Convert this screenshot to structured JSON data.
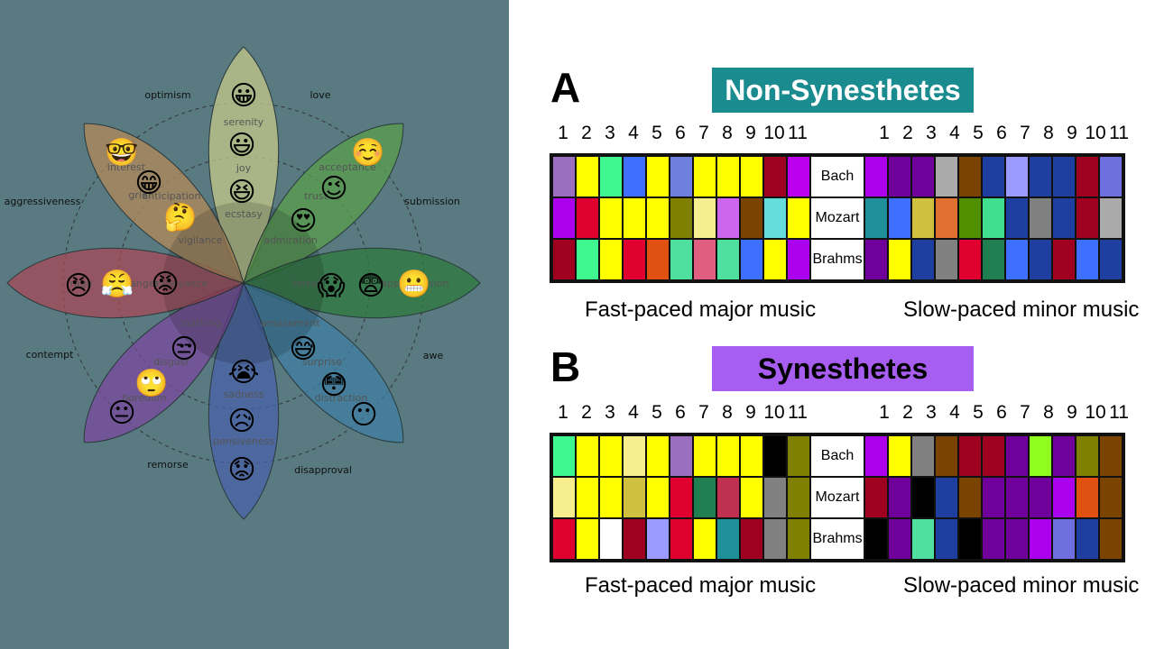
{
  "wheel": {
    "outer_labels": [
      "optimism",
      "love",
      "submission",
      "awe",
      "disapproval",
      "remorse",
      "contempt",
      "aggressiveness"
    ],
    "petal_labels": [
      "serenity",
      "joy",
      "ecstasy",
      "acceptance",
      "trust",
      "admiration",
      "terror",
      "apprehension",
      "amazement",
      "surprise",
      "distraction",
      "sadness",
      "pensiveness",
      "grief",
      "loathing",
      "disgust",
      "boredom",
      "interest",
      "anticipation",
      "vigilance",
      "rage",
      "anger",
      "annoyance"
    ],
    "emojis": [
      "😀",
      "😃",
      "😆",
      "☺️",
      "😉",
      "😍",
      "😱",
      "😨",
      "😬",
      "😅",
      "😳",
      "😶",
      "😭",
      "😥",
      "😟",
      "😒",
      "🙄",
      "😐",
      "🤓",
      "😁",
      "🤔",
      "😠",
      "😤",
      "😡"
    ],
    "colors": {
      "joy": "#c4c98a",
      "trust": "#5a9e4c",
      "fear": "#2f7a3e",
      "surprise": "#3f7fa3",
      "sadness": "#4a63a8",
      "disgust": "#7a4a9e",
      "anger": "#a84a5a",
      "anticipation": "#b38a5a"
    }
  },
  "panelA": {
    "letter": "A",
    "title": "Non-Synesthetes",
    "title_bg": "#1a8b8e",
    "title_color": "#ffffff",
    "numbers_left": [
      "1",
      "2",
      "3",
      "4",
      "5",
      "6",
      "7",
      "8",
      "9",
      "10",
      "11"
    ],
    "numbers_right": [
      "1",
      "2",
      "3",
      "4",
      "5",
      "6",
      "7",
      "8",
      "9",
      "10",
      "11"
    ],
    "composers": [
      "Bach",
      "Mozart",
      "Brahms"
    ],
    "rows": [
      {
        "left": [
          "#9b6fc0",
          "#ffff00",
          "#3ff78f",
          "#3f6fff",
          "#ffff00",
          "#6f7fdf",
          "#ffff00",
          "#ffff00",
          "#ffff00",
          "#a00020",
          "#bb00ee"
        ],
        "right": [
          "#aa00ee",
          "#6f0099",
          "#6f0099",
          "#aaaaaa",
          "#7a4400",
          "#1f3fa0",
          "#9a9aff",
          "#1f3fa0",
          "#1f3fa0",
          "#a00020",
          "#6f6fe0"
        ]
      },
      {
        "left": [
          "#aa00ee",
          "#e00030",
          "#ffff00",
          "#ffff00",
          "#ffff00",
          "#808000",
          "#f7ef8f",
          "#cc66ee",
          "#7a4400",
          "#66dddd",
          "#ffff00"
        ],
        "right": [
          "#1f8f99",
          "#3f6fff",
          "#d0c040",
          "#e07030",
          "#4f8f00",
          "#3fdf8f",
          "#1f3fa0",
          "#808080",
          "#1f3fa0",
          "#a00020",
          "#aaaaaa"
        ]
      },
      {
        "left": [
          "#a00020",
          "#3ff78f",
          "#ffff00",
          "#e00030",
          "#e05010",
          "#4fdf9f",
          "#e05f80",
          "#4fdf9f",
          "#3f6fff",
          "#ffff00",
          "#aa00ee"
        ],
        "right": [
          "#6f0099",
          "#ffff00",
          "#1f3fa0",
          "#808080",
          "#e00030",
          "#1f7f50",
          "#3f6fff",
          "#1f3fa0",
          "#a00020",
          "#3f6fff",
          "#1f3fa0"
        ]
      }
    ],
    "caption_left": "Fast-paced major music",
    "caption_right": "Slow-paced minor music"
  },
  "panelB": {
    "letter": "B",
    "title": "Synesthetes",
    "title_bg": "#a75ef0",
    "title_color": "#000000",
    "numbers_left": [
      "1",
      "2",
      "3",
      "4",
      "5",
      "6",
      "7",
      "8",
      "9",
      "10",
      "11"
    ],
    "numbers_right": [
      "1",
      "2",
      "3",
      "4",
      "5",
      "6",
      "7",
      "8",
      "9",
      "10",
      "11"
    ],
    "composers": [
      "Bach",
      "Mozart",
      "Brahms"
    ],
    "rows": [
      {
        "left": [
          "#3ff78f",
          "#ffff00",
          "#ffff00",
          "#f7ef8f",
          "#ffff00",
          "#9b6fc0",
          "#ffff00",
          "#ffff00",
          "#ffff00",
          "#000000",
          "#808000"
        ],
        "right": [
          "#aa00ee",
          "#ffff00",
          "#808080",
          "#7a4400",
          "#a00020",
          "#a00020",
          "#6f0099",
          "#90ff20",
          "#6f0099",
          "#808000",
          "#7a4400"
        ]
      },
      {
        "left": [
          "#f7ef8f",
          "#ffff00",
          "#ffff00",
          "#d0c040",
          "#ffff00",
          "#e00030",
          "#1f7f50",
          "#c03050",
          "#ffff00",
          "#808080",
          "#808000"
        ],
        "right": [
          "#a00020",
          "#6f0099",
          "#000000",
          "#1f3fa0",
          "#7a4400",
          "#6f0099",
          "#6f0099",
          "#6f0099",
          "#aa00ee",
          "#e05010",
          "#7a4400"
        ]
      },
      {
        "left": [
          "#e00030",
          "#ffff00",
          "#ffffff",
          "#a00020",
          "#9a9aff",
          "#e00030",
          "#ffff00",
          "#1f8f99",
          "#a00020",
          "#808080",
          "#808000"
        ],
        "right": [
          "#000000",
          "#6f0099",
          "#4fdf9f",
          "#1f3fa0",
          "#000000",
          "#6f0099",
          "#6f0099",
          "#aa00ee",
          "#6f6fe0",
          "#1f3fa0",
          "#7a4400"
        ]
      }
    ],
    "caption_left": "Fast-paced major music",
    "caption_right": "Slow-paced minor music"
  }
}
